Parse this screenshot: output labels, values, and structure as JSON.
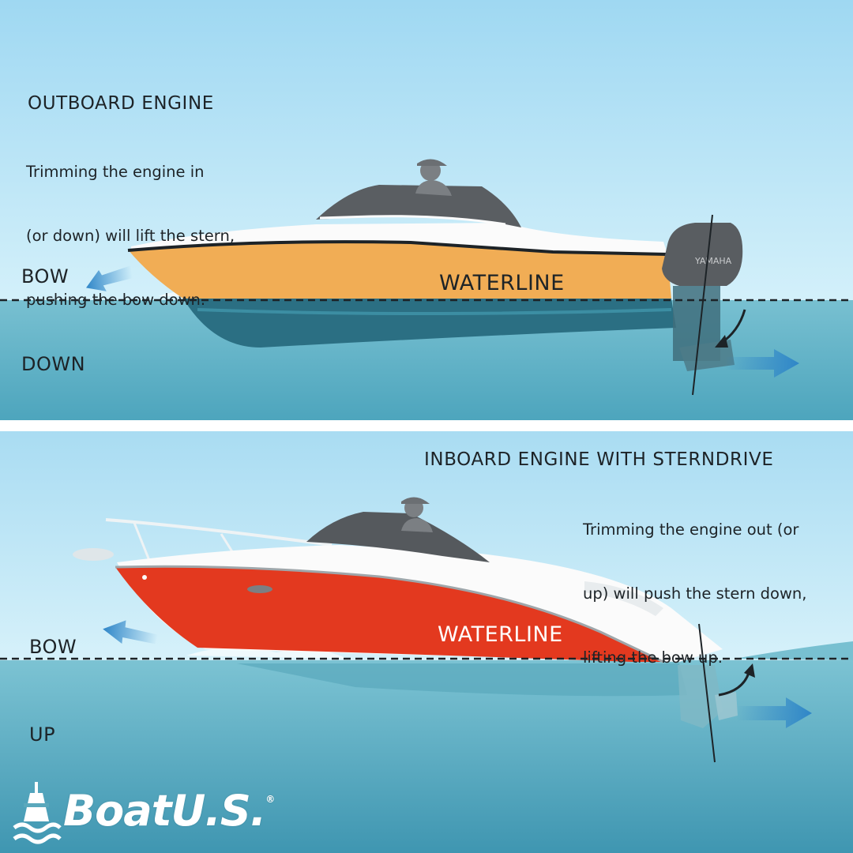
{
  "top_panel": {
    "heading": "OUTBOARD ENGINE",
    "description_lines": [
      "Trimming the engine in",
      "(or down) will lift the stern,",
      "pushing the bow down."
    ],
    "bow_label_lines": [
      "BOW",
      "DOWN"
    ],
    "waterline_label": "WATERLINE",
    "engine_brand": "YAMAHA"
  },
  "bottom_panel": {
    "heading": "INBOARD ENGINE WITH STERNDRIVE",
    "description_lines": [
      "Trimming the engine out (or",
      "up) will push the stern down,",
      "lifting the bow up."
    ],
    "bow_label_lines": [
      "BOW",
      "UP"
    ],
    "waterline_label": "WATERLINE"
  },
  "logo": {
    "text": "BoatU.S.",
    "registered_mark": "®"
  },
  "colors": {
    "sky_top": "#9fd8f2",
    "sky_bottom": "#c9ecf8",
    "water": "#5fb3c6",
    "hull_orange": "#f1ad55",
    "hull_bottom_teal": "#2b6f83",
    "hull_red": "#e3391f",
    "arrow_blue": "#2f86c8"
  }
}
